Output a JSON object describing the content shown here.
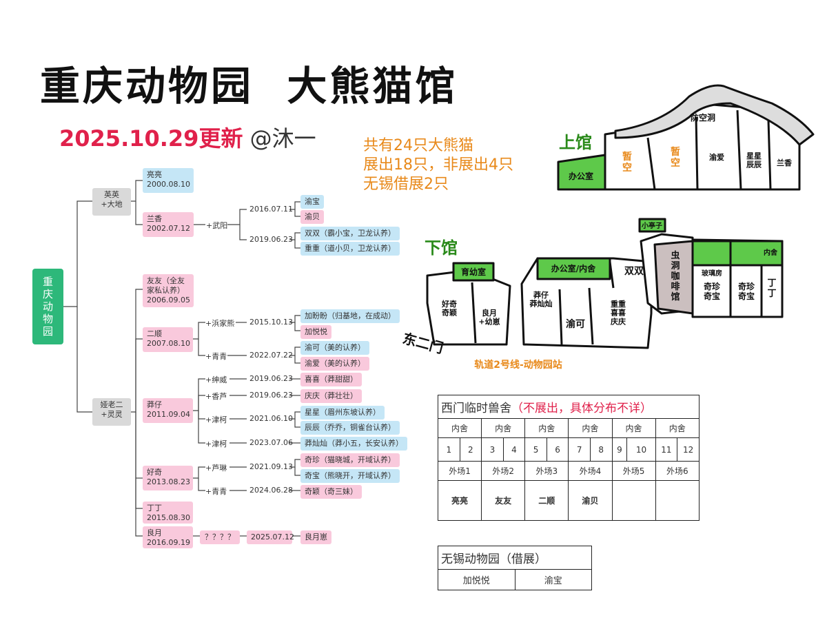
{
  "title": "重庆动物园  大熊猫馆",
  "update": {
    "date": "2025.10.29更新",
    "author": "@沐一"
  },
  "summary": {
    "line1": "共有24只大熊猫",
    "line2": "展出18只，非展出4只",
    "line3": "无锡借展2只"
  },
  "tree": {
    "root": "重\n庆\n动\n物\n园",
    "gen1": [
      {
        "label": "英英\n+大地"
      },
      {
        "label": "娅老二\n+灵灵"
      }
    ],
    "gen2": {
      "liangliang": "亮亮\n2000.08.10",
      "lanxiang": "兰香\n2002.07.12",
      "youyou": "友友（全友\n家私认养）\n2006.09.05",
      "ershun": "二顺\n2007.08.10",
      "mangzai": "莽仔\n2011.09.04",
      "haoqi": "好奇\n2013.08.23",
      "dingding": "丁丁\n2015.08.30",
      "liangyue": "良月\n2016.09.19"
    },
    "partners": {
      "wuyang": "+武阳",
      "binjiaxiong": "+浜家熊",
      "qingqing1": "+青青",
      "shenwei": "+绅威",
      "xianglu": "+香芦",
      "jinke1": "+津柯",
      "jinke2": "+津柯",
      "lulin": "+芦琳",
      "qingqing2": "+青青",
      "unknown": "？？？？"
    },
    "dates": {
      "d20160711": "2016.07.11",
      "d20190623a": "2019.06.23",
      "d20151013": "2015.10.13",
      "d20220722": "2022.07.22",
      "d20190623b": "2019.06.23",
      "d20190623c": "2019.06.23",
      "d20210610": "2021.06.10",
      "d20230706": "2023.07.06",
      "d20210913": "2021.09.13",
      "d20240628": "2024.06.28",
      "d20250712": "2025.07.12"
    },
    "cubs": {
      "yubao": "渝宝",
      "yubei": "渝贝",
      "shuangshuang": "双双（霸小宝，卫龙认养）",
      "chongchong": "重重（道小贝，卫龙认养）",
      "jiapanpan": "加盼盼（归基地，在成动）",
      "jiayueyue": "加悦悦",
      "yuke": "渝可（美的认养）",
      "yuai": "渝爱（美的认养）",
      "xixi": "喜喜（莽甜甜）",
      "qingqing": "庆庆（莽壮壮）",
      "xingxing": "星星（眉州东坡认养）",
      "chenchen": "辰辰（乔乔，铜雀台认养）",
      "mangcancan": "莽灿灿（莽小五，长安认养）",
      "qizhen": "奇珍（猫晓城，开域认养）",
      "qibao": "奇宝（熊晓开，开域认养）",
      "qiying": "奇颖（奇三妹）",
      "liangyuezai": "良月崽"
    }
  },
  "map": {
    "upper_hall": "上馆",
    "air_raid": "防空洞",
    "office_upper": "办公室",
    "temp1": "暂\n空",
    "temp2": "暂\n空",
    "yuai": "渝爱",
    "xingxing_chenchen": "星星\n辰辰",
    "lanxiang": "兰香",
    "lower_hall": "下馆",
    "nursery": "育幼室",
    "haoqi_qiying": "好奇\n奇颖",
    "liangyue_cub": "良月\n+幼崽",
    "office_inner": "办公室/内舍",
    "shuangshuang": "双双",
    "mangzai_cancan": "莽仔\n莽灿灿",
    "yuke": "渝可",
    "chong_xi_qing": "重重\n喜喜\n庆庆",
    "pavilion": "小亭子",
    "cafe": "虫\n洞\n咖\n啡\n馆",
    "glass_room": "玻璃房",
    "inner_house": "内舍",
    "qizhen_qibao1": "奇珍\n奇宝",
    "qizhen_qibao2": "奇珍\n奇宝",
    "dingding": "丁\n丁",
    "east_gate": "东二门",
    "metro": "轨道2号线-动物园站"
  },
  "west": {
    "title": "西门临时兽舍",
    "note": "（不展出，具体分布不详）",
    "inner": [
      "内舍",
      "内舍",
      "内舍",
      "内舍",
      "内舍",
      "内舍"
    ],
    "nums": [
      "1",
      "2",
      "3",
      "4",
      "5",
      "6",
      "7",
      "8",
      "9",
      "10",
      "11",
      "12"
    ],
    "outer": [
      "外场1",
      "外场2",
      "外场3",
      "外场4",
      "外场5",
      "外场6"
    ],
    "occupants": [
      "亮亮",
      "友友",
      "二顺",
      "渝贝",
      "",
      ""
    ]
  },
  "wuxi": {
    "title": "无锡动物园（借展）",
    "pandas": [
      "加悦悦",
      "渝宝"
    ]
  }
}
